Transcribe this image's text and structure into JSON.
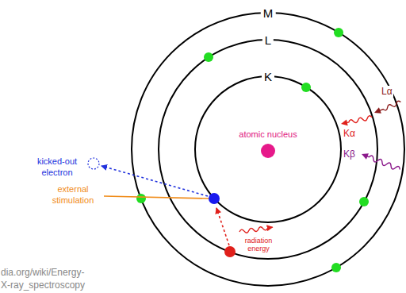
{
  "diagram": {
    "nodes": [
      {
        "text": [
          "M"
        ]
      },
      {
        "text": [
          "L"
        ],
        "in": 0
      },
      {
        "text": [
          "K"
        ],
        "in": 1
      }
    ],
    "labels": [
      "atomic nucleus",
      "Kα",
      "Kβ",
      "Lα",
      "kicked-out electron",
      "external stimulation",
      "radiation energy",
      "dia.org/wiki/Energy-",
      "X-ray_spectroscopy"
    ]
  }
}
